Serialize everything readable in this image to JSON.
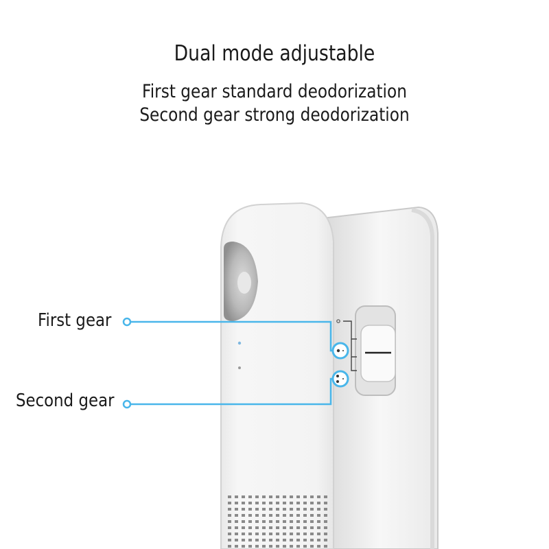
{
  "title": "Dual mode adjustable",
  "subtitle_lines": [
    "First gear standard deodorization",
    "Second gear strong deodorization"
  ],
  "callouts": {
    "first": "First gear",
    "second": "Second gear"
  },
  "colors": {
    "callout_line": "#49b6ea",
    "background": "#ffffff",
    "device_body": "#f4f4f4"
  }
}
